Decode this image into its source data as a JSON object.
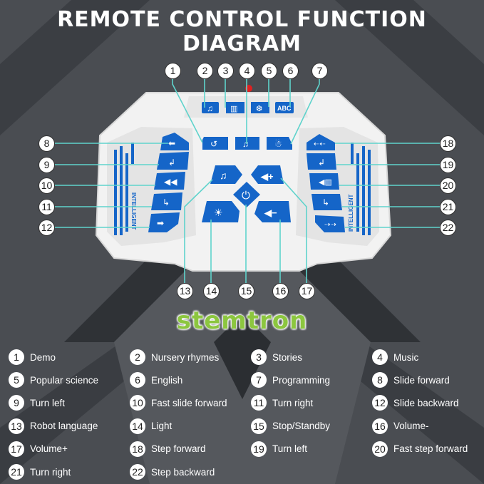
{
  "title": {
    "line1": "REMOTE CONTROL FUNCTION",
    "line2": "DIAGRAM"
  },
  "colors": {
    "button_blue": "#1565c8",
    "leader_line": "#5fd3cc",
    "logo_green": "#8cc63f",
    "background": "#45484d"
  },
  "remote": {
    "side_text": "INTELLIGENT",
    "abc_label": "ABC",
    "buttons": [
      {
        "id": 1,
        "icon": "demo-loop-icon"
      },
      {
        "id": 2,
        "icon": "music-note-icon"
      },
      {
        "id": 3,
        "icon": "book-icon"
      },
      {
        "id": 4,
        "icon": "headphone-music-icon"
      },
      {
        "id": 5,
        "icon": "atom-icon"
      },
      {
        "id": 6,
        "icon": "abc-icon"
      },
      {
        "id": 7,
        "icon": "dancing-robot-icon"
      },
      {
        "id": 8,
        "icon": "arrow-left-icon"
      },
      {
        "id": 9,
        "icon": "turn-left-icon"
      },
      {
        "id": 10,
        "icon": "rewind-icon"
      },
      {
        "id": 11,
        "icon": "turn-right-icon"
      },
      {
        "id": 12,
        "icon": "arrow-right-icon"
      },
      {
        "id": 13,
        "icon": "music-notes-icon"
      },
      {
        "id": 14,
        "icon": "light-bulb-icon"
      },
      {
        "id": 15,
        "icon": "power-icon"
      },
      {
        "id": 16,
        "icon": "volume-down-icon"
      },
      {
        "id": 17,
        "icon": "volume-up-icon"
      },
      {
        "id": 18,
        "icon": "step-forward-icon"
      },
      {
        "id": 19,
        "icon": "step-turn-left-icon"
      },
      {
        "id": 20,
        "icon": "fast-step-icon"
      },
      {
        "id": 21,
        "icon": "step-turn-right-icon"
      },
      {
        "id": 22,
        "icon": "step-backward-icon"
      }
    ]
  },
  "callouts": [
    "1",
    "2",
    "3",
    "4",
    "5",
    "6",
    "7",
    "8",
    "9",
    "10",
    "11",
    "12",
    "13",
    "14",
    "15",
    "16",
    "17",
    "18",
    "19",
    "20",
    "21",
    "22"
  ],
  "logo": "stemtron",
  "legend": [
    {
      "n": "1",
      "label": "Demo"
    },
    {
      "n": "2",
      "label": "Nursery rhymes"
    },
    {
      "n": "3",
      "label": "Stories"
    },
    {
      "n": "4",
      "label": "Music"
    },
    {
      "n": "5",
      "label": "Popular science"
    },
    {
      "n": "6",
      "label": "English"
    },
    {
      "n": "7",
      "label": "Programming"
    },
    {
      "n": "8",
      "label": "Slide forward"
    },
    {
      "n": "9",
      "label": "Turn left"
    },
    {
      "n": "10",
      "label": "Fast slide forward"
    },
    {
      "n": "11",
      "label": "Turn right"
    },
    {
      "n": "12",
      "label": "Slide backward"
    },
    {
      "n": "13",
      "label": "Robot language"
    },
    {
      "n": "14",
      "label": "Light"
    },
    {
      "n": "15",
      "label": "Stop/Standby"
    },
    {
      "n": "16",
      "label": "Volume-"
    },
    {
      "n": "17",
      "label": "Volume+"
    },
    {
      "n": "18",
      "label": "Step forward"
    },
    {
      "n": "19",
      "label": "Turn left"
    },
    {
      "n": "20",
      "label": "Fast step forward"
    },
    {
      "n": "21",
      "label": "Turn right"
    },
    {
      "n": "22",
      "label": "Step backward"
    }
  ]
}
